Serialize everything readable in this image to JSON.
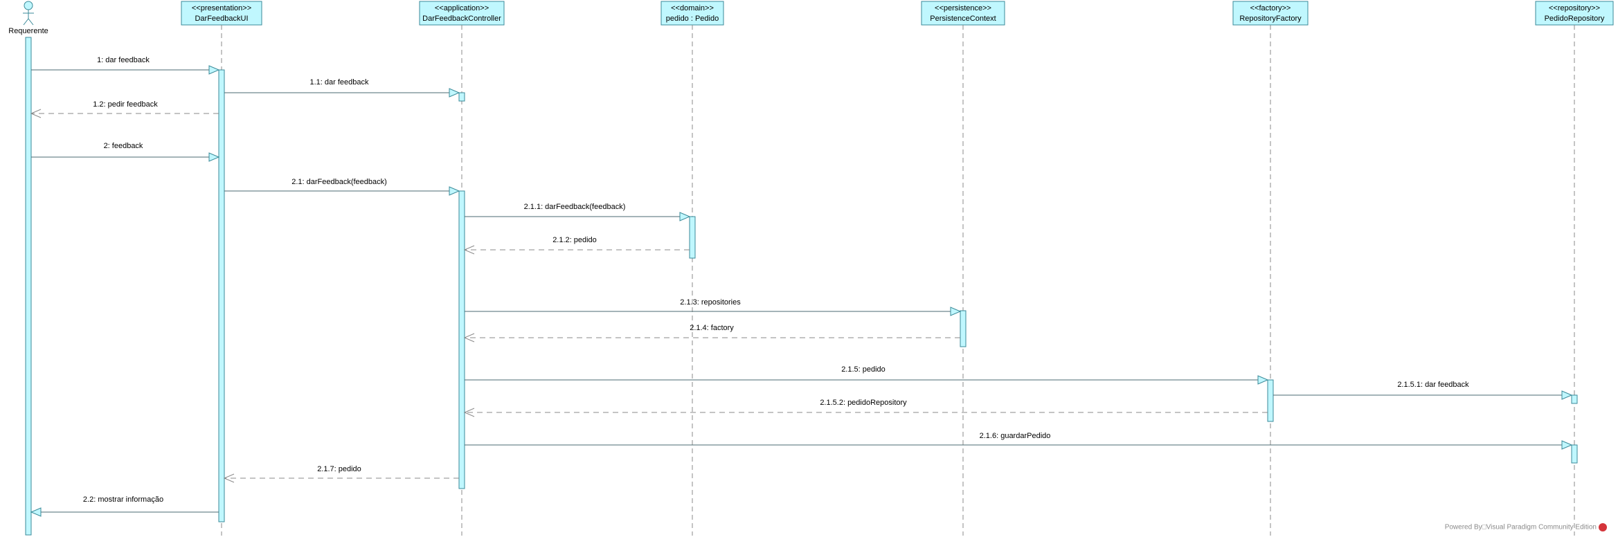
{
  "actor": {
    "name": "Requerente"
  },
  "participants": [
    {
      "id": "ui",
      "stereotype": "<<presentation>>",
      "name": "DarFeedbackUI"
    },
    {
      "id": "ctrl",
      "stereotype": "<<application>>",
      "name": "DarFeedbackController"
    },
    {
      "id": "pedido",
      "stereotype": "<<domain>>",
      "name": "pedido : Pedido"
    },
    {
      "id": "pctx",
      "stereotype": "<<persistence>>",
      "name": "PersistenceContext"
    },
    {
      "id": "rfac",
      "stereotype": "<<factory>>",
      "name": "RepositoryFactory"
    },
    {
      "id": "prepo",
      "stereotype": "<<repository>>",
      "name": "PedidoRepository"
    }
  ],
  "messages": [
    {
      "label": "1: dar feedback",
      "from": "actor",
      "to": "ui",
      "kind": "sync"
    },
    {
      "label": "1.1: dar feedback",
      "from": "ui",
      "to": "ctrl",
      "kind": "sync"
    },
    {
      "label": "1.2: pedir feedback",
      "from": "ui",
      "to": "actor",
      "kind": "return"
    },
    {
      "label": "2: feedback",
      "from": "actor",
      "to": "ui",
      "kind": "sync"
    },
    {
      "label": "2.1: darFeedback(feedback)",
      "from": "ui",
      "to": "ctrl",
      "kind": "sync"
    },
    {
      "label": "2.1.1: darFeedback(feedback)",
      "from": "ctrl",
      "to": "pedido",
      "kind": "sync"
    },
    {
      "label": "2.1.2: pedido",
      "from": "pedido",
      "to": "ctrl",
      "kind": "return"
    },
    {
      "label": "2.1.3: repositories",
      "from": "ctrl",
      "to": "pctx",
      "kind": "sync"
    },
    {
      "label": "2.1.4: factory",
      "from": "pctx",
      "to": "ctrl",
      "kind": "return"
    },
    {
      "label": "2.1.5: pedido",
      "from": "ctrl",
      "to": "rfac",
      "kind": "sync"
    },
    {
      "label": "2.1.5.1: dar feedback",
      "from": "rfac",
      "to": "prepo",
      "kind": "sync"
    },
    {
      "label": "2.1.5.2: pedidoRepository",
      "from": "rfac",
      "to": "ctrl",
      "kind": "return"
    },
    {
      "label": "2.1.6: guardarPedido",
      "from": "ctrl",
      "to": "prepo",
      "kind": "sync"
    },
    {
      "label": "2.1.7: pedido",
      "from": "ctrl",
      "to": "ui",
      "kind": "return"
    },
    {
      "label": "2.2: mostrar informação",
      "from": "ui",
      "to": "actor",
      "kind": "sync"
    }
  ],
  "footer": {
    "text": "Powered By□Visual Paradigm Community Edition"
  },
  "colors": {
    "fill": "#c0f7fe",
    "stroke": "#3a8a98"
  }
}
